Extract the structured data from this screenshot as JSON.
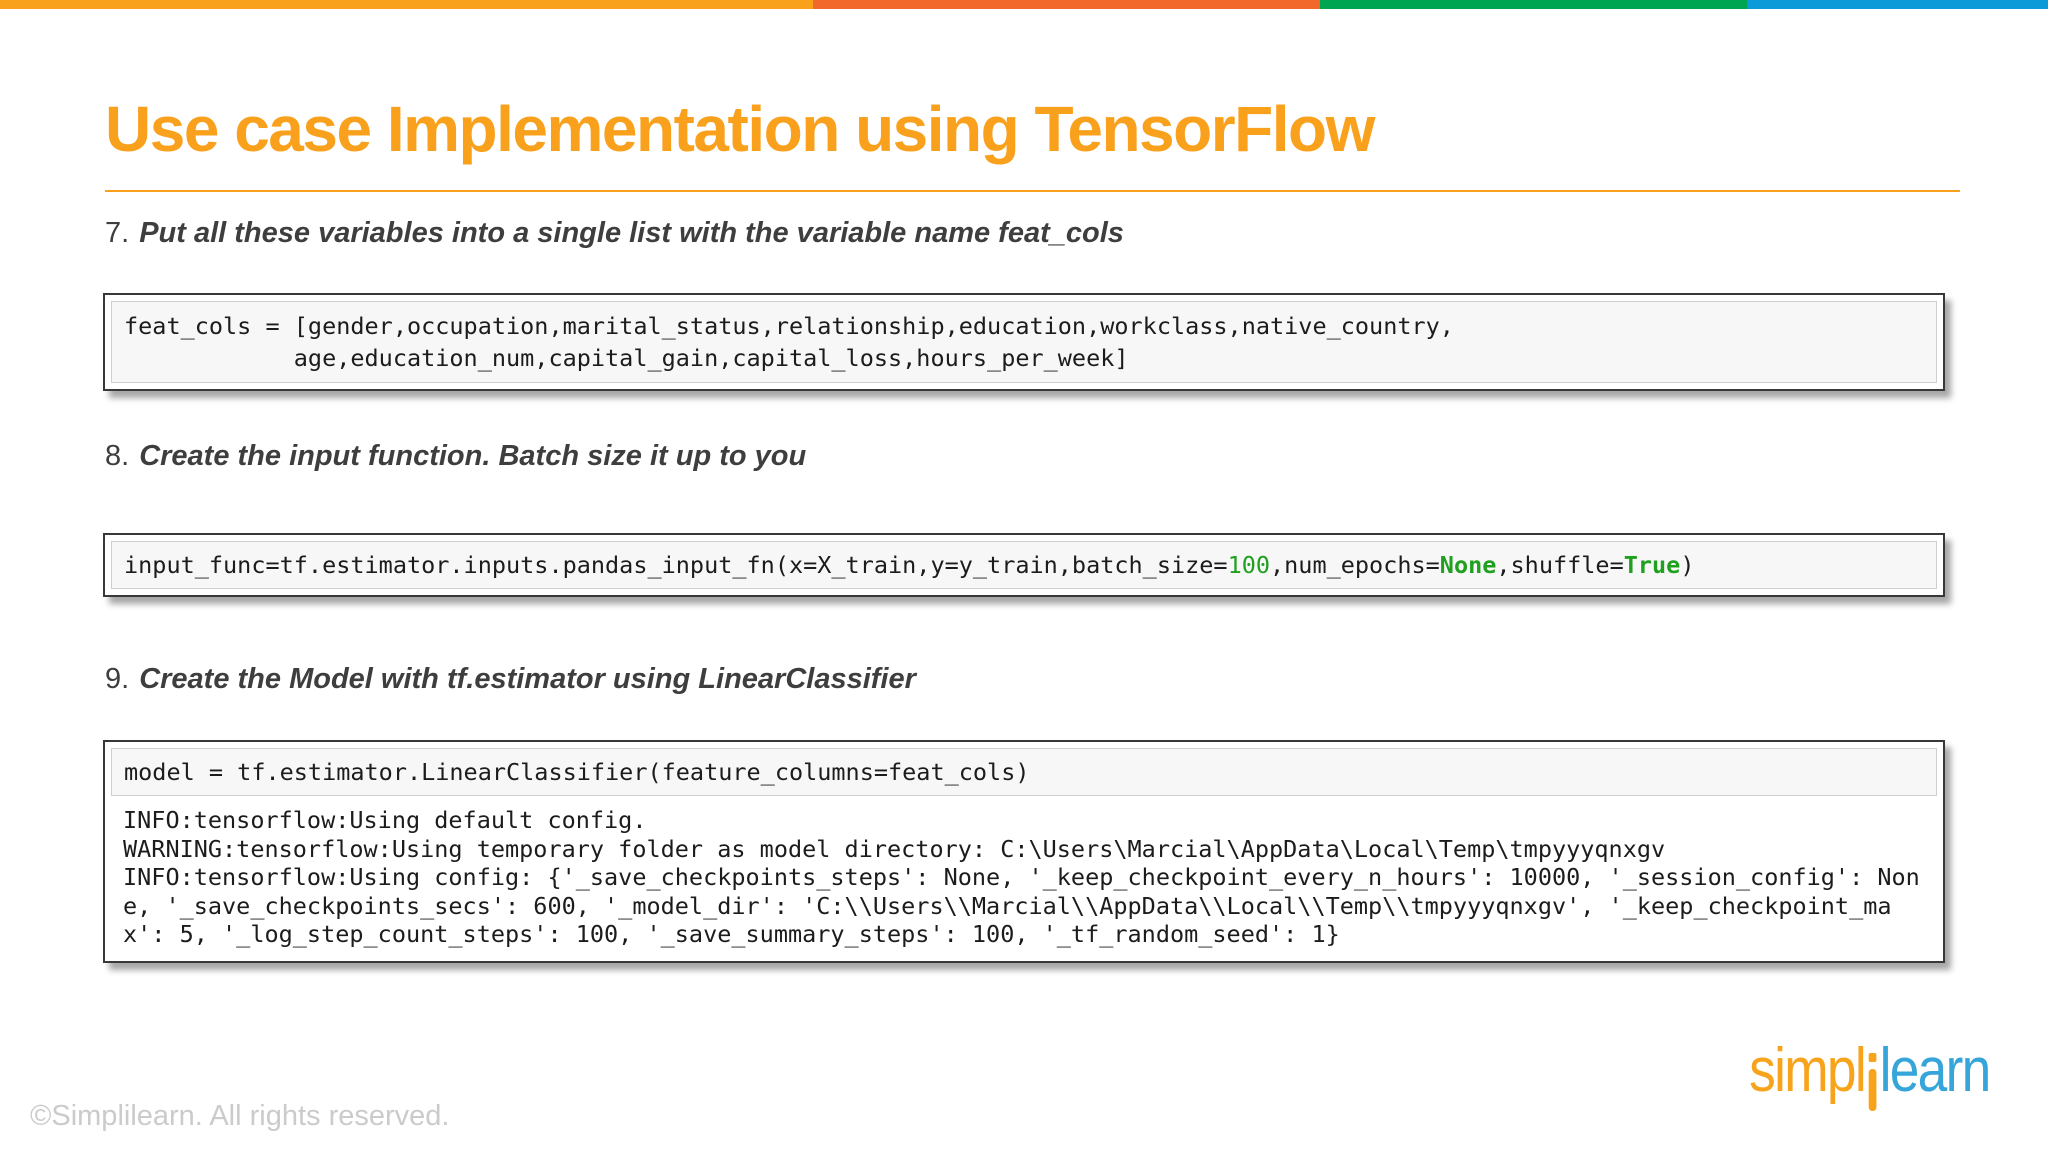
{
  "colors": {
    "bar_amber": "#F9A11B",
    "bar_orange": "#F2682B",
    "bar_green": "#00A551",
    "bar_blue": "#0C9BD8",
    "title_orange": "#F9A11D",
    "code_green": "#1fa01f",
    "logo_orange": "#F7A41C",
    "logo_blue": "#35A5DA"
  },
  "header": {
    "title": "Use case Implementation using TensorFlow"
  },
  "steps": [
    {
      "number": "7.",
      "text": "Put all these variables into a single list with the variable name feat_cols"
    },
    {
      "number": "8.",
      "text": "Create the input function. Batch size it up to you"
    },
    {
      "number": "9.",
      "text": "Create the Model with tf.estimator using LinearClassifier"
    }
  ],
  "code_blocks": {
    "feat_cols": {
      "lines": [
        "feat_cols = [gender,occupation,marital_status,relationship,education,workclass,native_country,",
        "            age,education_num,capital_gain,capital_loss,hours_per_week]"
      ]
    },
    "input_func": {
      "segments": [
        {
          "text": "input_func=tf.estimator.inputs.pandas_input_fn(x=X_train,y=y_train,batch_size=",
          "style": "plain"
        },
        {
          "text": "100",
          "style": "number"
        },
        {
          "text": ",num_epochs=",
          "style": "plain"
        },
        {
          "text": "None",
          "style": "keyword"
        },
        {
          "text": ",shuffle=",
          "style": "plain"
        },
        {
          "text": "True",
          "style": "keyword"
        },
        {
          "text": ")",
          "style": "plain"
        }
      ]
    },
    "model": {
      "code": "model = tf.estimator.LinearClassifier(feature_columns=feat_cols)",
      "output_lines": [
        "INFO:tensorflow:Using default config.",
        "WARNING:tensorflow:Using temporary folder as model directory: C:\\Users\\Marcial\\AppData\\Local\\Temp\\tmpyyyqnxgv",
        "INFO:tensorflow:Using config: {'_save_checkpoints_steps': None, '_keep_checkpoint_every_n_hours': 10000, '_session_config': Non",
        "e, '_save_checkpoints_secs': 600, '_model_dir': 'C:\\\\Users\\\\Marcial\\\\AppData\\\\Local\\\\Temp\\\\tmpyyyqnxgv', '_keep_checkpoint_ma",
        "x': 5, '_log_step_count_steps': 100, '_save_summary_steps': 100, '_tf_random_seed': 1}"
      ]
    }
  },
  "footer": {
    "copyright": "©Simplilearn. All rights reserved.",
    "logo": {
      "word_start": "simpl",
      "word_end": "learn"
    }
  }
}
